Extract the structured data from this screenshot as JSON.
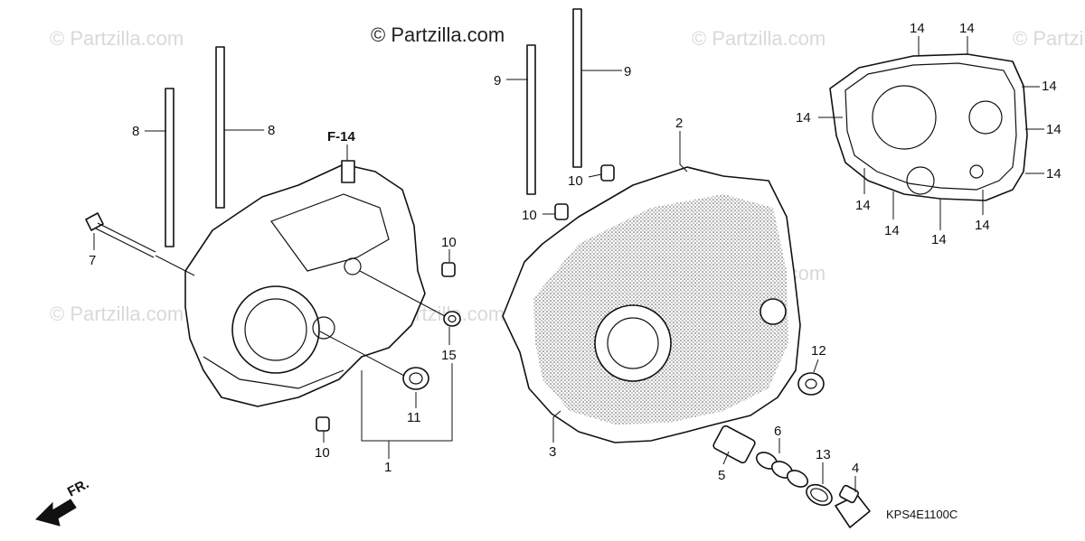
{
  "watermarks": [
    "© Partzilla.com",
    "© Partzilla.com",
    "© Partzilla.com",
    "© Partzilla.com",
    "© Partzilla.com",
    "© Partzilla.com",
    "© Partzilla.com"
  ],
  "reference": "F-14",
  "front_indicator": "FR.",
  "diagram_code": "KPS4E1100C",
  "callouts": {
    "c1": "1",
    "c2": "2",
    "c3": "3",
    "c4": "4",
    "c5": "5",
    "c6": "6",
    "c7": "7",
    "c8a": "8",
    "c8b": "8",
    "c9a": "9",
    "c9b": "9",
    "c10a": "10",
    "c10b": "10",
    "c10c": "10",
    "c10d": "10",
    "c11": "11",
    "c12": "12",
    "c13": "13",
    "c15": "15",
    "c14a": "14",
    "c14b": "14",
    "c14c": "14",
    "c14d": "14",
    "c14e": "14",
    "c14f": "14",
    "c14g": "14",
    "c14h": "14",
    "c14i": "14",
    "c14j": "14"
  }
}
